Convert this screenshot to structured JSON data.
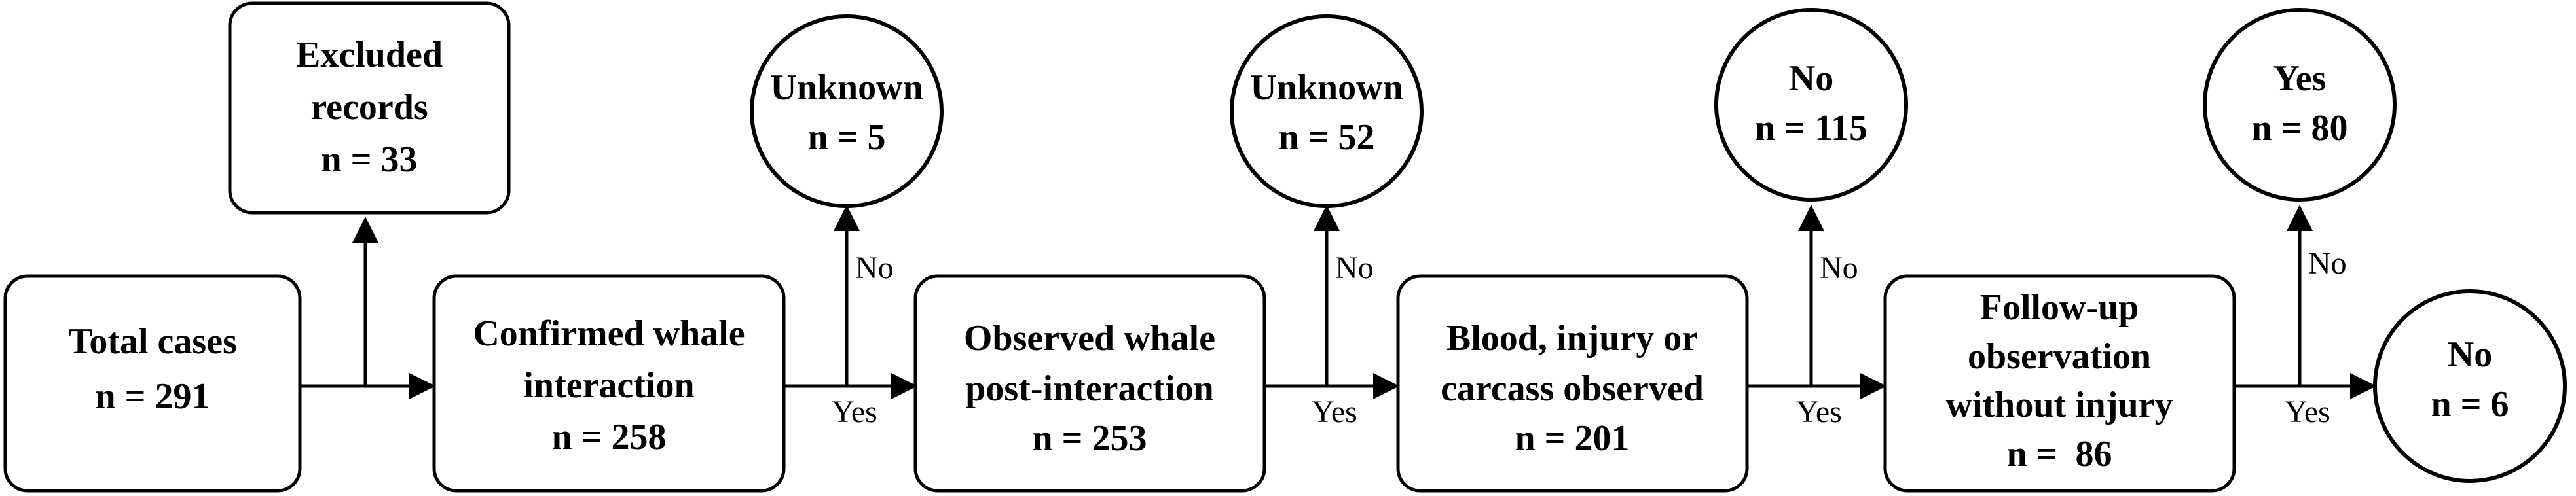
{
  "diagram": {
    "nodes": {
      "total": {
        "line1": "Total cases",
        "line2": "n = 291"
      },
      "excluded": {
        "line1": "Excluded",
        "line2": "records",
        "line3": "n = 33"
      },
      "confirmed": {
        "line1": "Confirmed whale",
        "line2": "interaction",
        "line3": "n = 258"
      },
      "observed": {
        "line1": "Observed whale",
        "line2": "post-interaction",
        "line3": "n = 253"
      },
      "blood": {
        "line1": "Blood, injury or",
        "line2": "carcass observed",
        "line3": "n = 201"
      },
      "followup": {
        "line1": "Follow-up",
        "line2": "observation",
        "line3": "without injury",
        "line4": "n =  86"
      },
      "unknown1": {
        "line1": "Unknown",
        "line2": "n = 5"
      },
      "unknown2": {
        "line1": "Unknown",
        "line2": "n = 52"
      },
      "no115": {
        "line1": "No",
        "line2": "n = 115"
      },
      "yes80": {
        "line1": "Yes",
        "line2": "n = 80"
      },
      "no6": {
        "line1": "No",
        "line2": "n = 6"
      }
    },
    "edge_labels": {
      "no1": "No",
      "yes1": "Yes",
      "no2": "No",
      "yes2": "Yes",
      "no3": "No",
      "yes3": "Yes",
      "no4": "No",
      "yes4": "Yes"
    }
  }
}
